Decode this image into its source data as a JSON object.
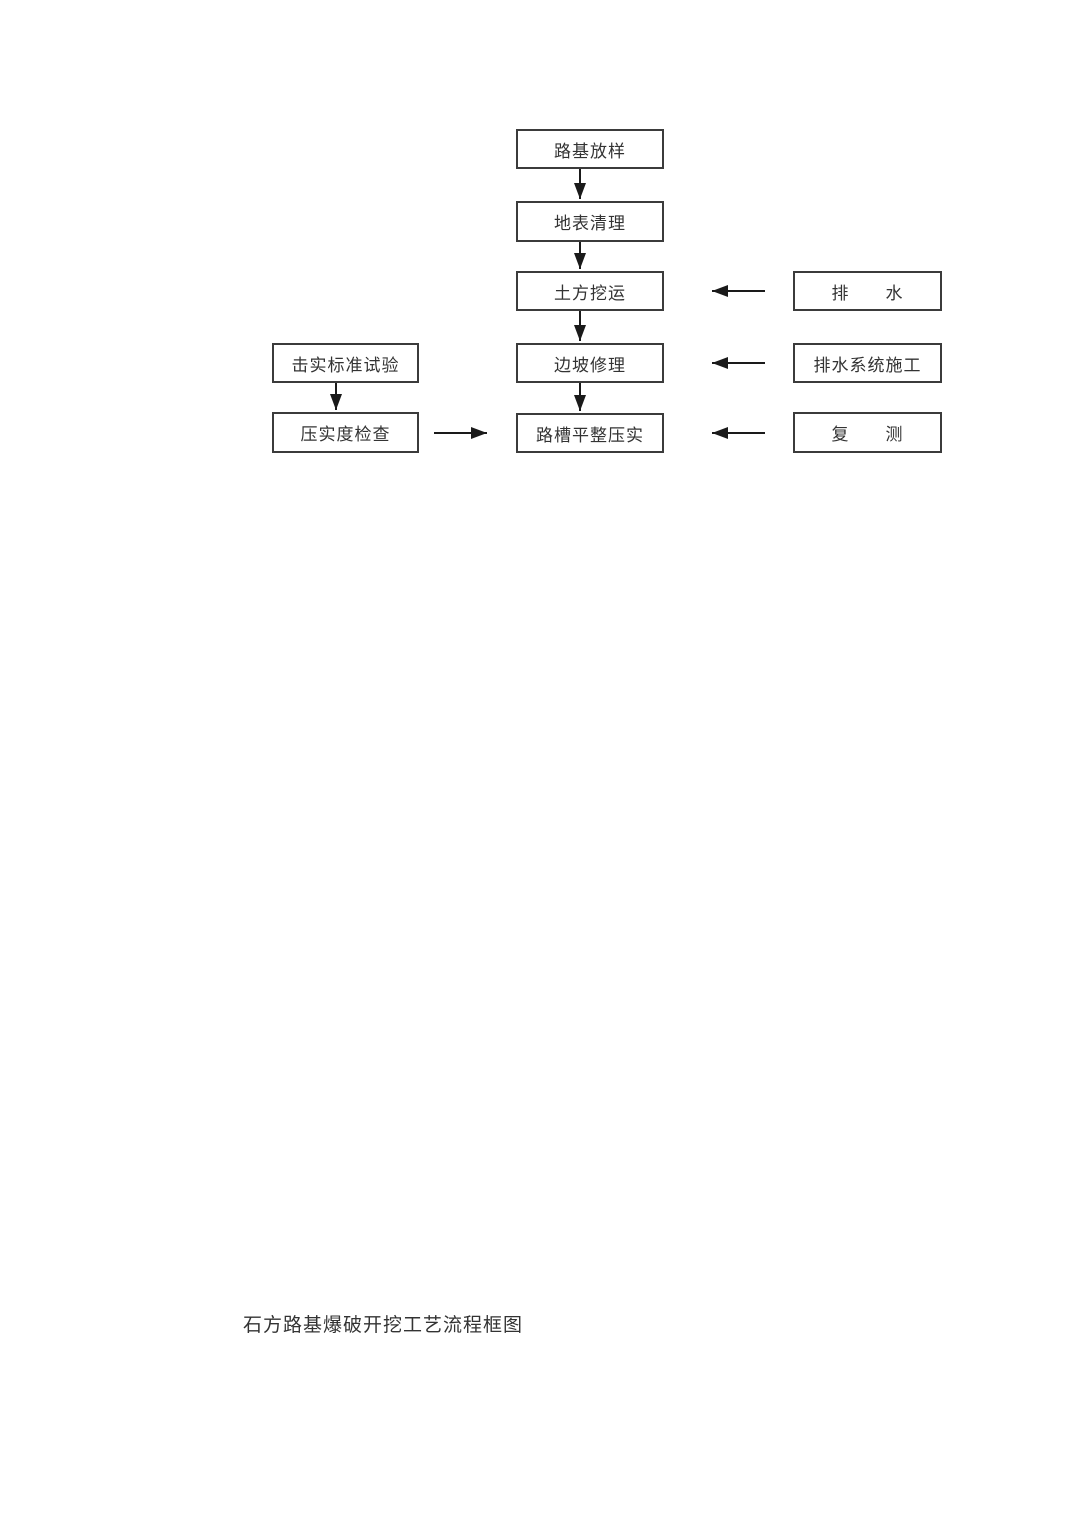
{
  "page": {
    "caption": "石方路基爆破开挖工艺流程框图"
  },
  "flowchart": {
    "center_nodes": [
      {
        "label": "路基放样"
      },
      {
        "label": "地表清理"
      },
      {
        "label": "土方挖运"
      },
      {
        "label": "边坡修理"
      },
      {
        "label": "路槽平整压实"
      }
    ],
    "left_nodes": [
      {
        "label": "击实标准试验"
      },
      {
        "label": "压实度检查"
      }
    ],
    "right_nodes": [
      {
        "label": "排　　水"
      },
      {
        "label": "排水系统施工"
      },
      {
        "label": "复　　测"
      }
    ],
    "colors": {
      "border": "#3b3b3b",
      "text": "#333333",
      "arrow": "#1a1a1a",
      "background": "#ffffff"
    }
  }
}
